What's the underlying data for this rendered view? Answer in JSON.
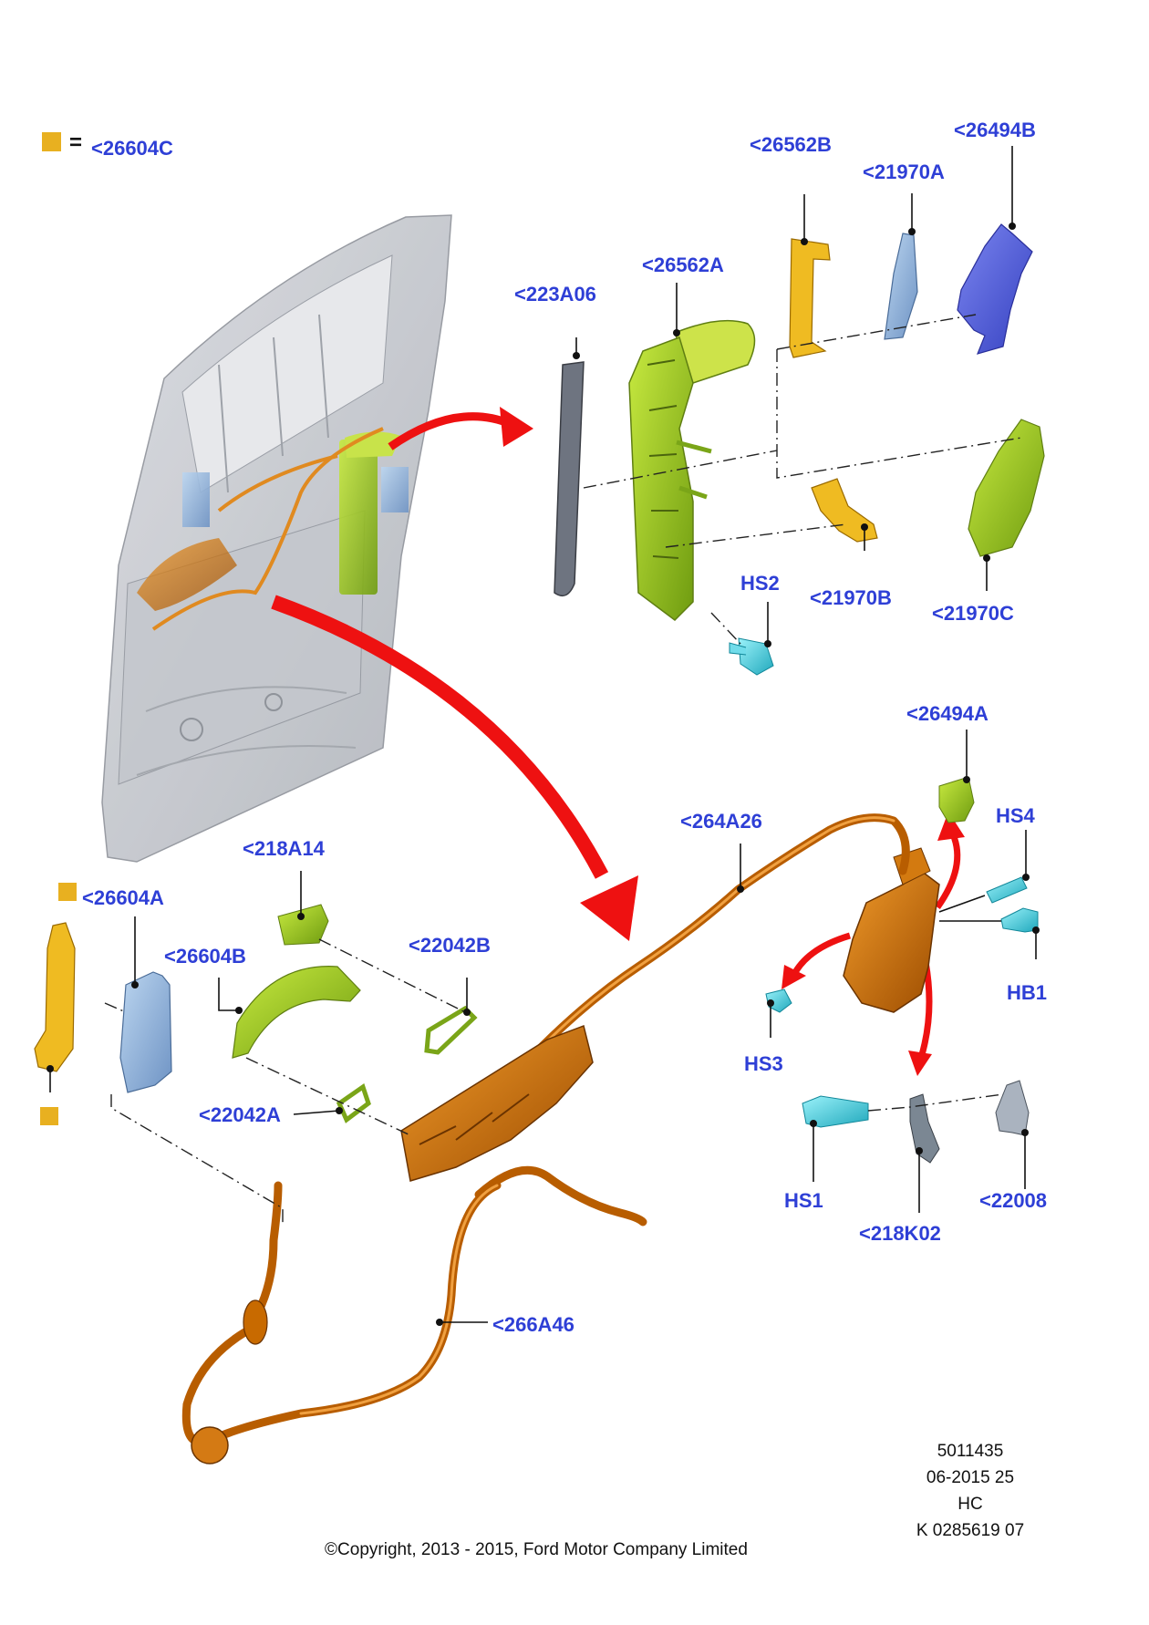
{
  "legend": {
    "label": "<26604C",
    "equals": "=",
    "swatch_color": "#e8b020"
  },
  "parts": {
    "p26604C": "<26604C",
    "p223A06": "<223A06",
    "p26562A": "<26562A",
    "p26562B": "<26562B",
    "p21970A": "<21970A",
    "p26494B": "<26494B",
    "p21970B": "<21970B",
    "p21970C": "<21970C",
    "HS2": "HS2",
    "p26494A": "<26494A",
    "HS4": "HS4",
    "HB1": "HB1",
    "HS3": "HS3",
    "p264A26": "<264A26",
    "p218A14": "<218A14",
    "p26604A": "<26604A",
    "p26604B": "<26604B",
    "p22042B": "<22042B",
    "p22042A": "<22042A",
    "HS1": "HS1",
    "p218K02": "<218K02",
    "p22008": "<22008",
    "p266A46": "<266A46"
  },
  "info": {
    "line1": "5011435",
    "line2": "06-2015 25",
    "line3": "HC",
    "line4": "K 0285619 07"
  },
  "copyright": "©Copyright, 2013 - 2015, Ford Motor Company Limited",
  "colors": {
    "label_blue": "#2e3fd6",
    "arrow_red": "#ee1111",
    "lime": "#8fc21c",
    "yellow": "#e8b020",
    "orange": "#c96a00",
    "light_blue": "#8fb4dc",
    "violet_blue": "#4a55d8",
    "cyan": "#3cc6d6",
    "grey": "#7b8793"
  }
}
